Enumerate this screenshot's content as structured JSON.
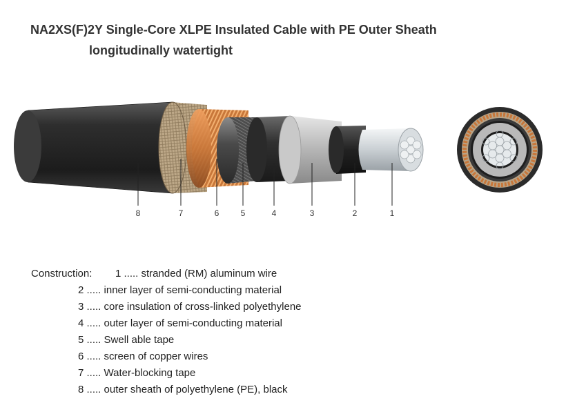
{
  "header": {
    "title": "NA2XS(F)2Y  Single-Core XLPE Insulated Cable with PE Outer Sheath",
    "subtitle": "longitudinally watertight"
  },
  "callouts": [
    "8",
    "7",
    "6",
    "5",
    "4",
    "3",
    "2",
    "1"
  ],
  "construction": {
    "heading": "Construction:",
    "items": [
      "1 ..... stranded (RM) aluminum wire",
      "2 ..... inner layer of semi-conducting material",
      "3 ..... core insulation of cross-linked polyethylene",
      "4 ..... outer layer of semi-conducting material",
      "5 ..... Swell able tape",
      "6 ..... screen of copper wires",
      "7 ..... Water-blocking tape",
      "8 ..... outer sheath of polyethylene (PE), black"
    ]
  },
  "colors": {
    "sheath": "#2b2b2b",
    "copper": "#c8773a",
    "tape": "#b8a488",
    "insulation": "#b9b9b9",
    "aluminum": "#d8dde0"
  }
}
